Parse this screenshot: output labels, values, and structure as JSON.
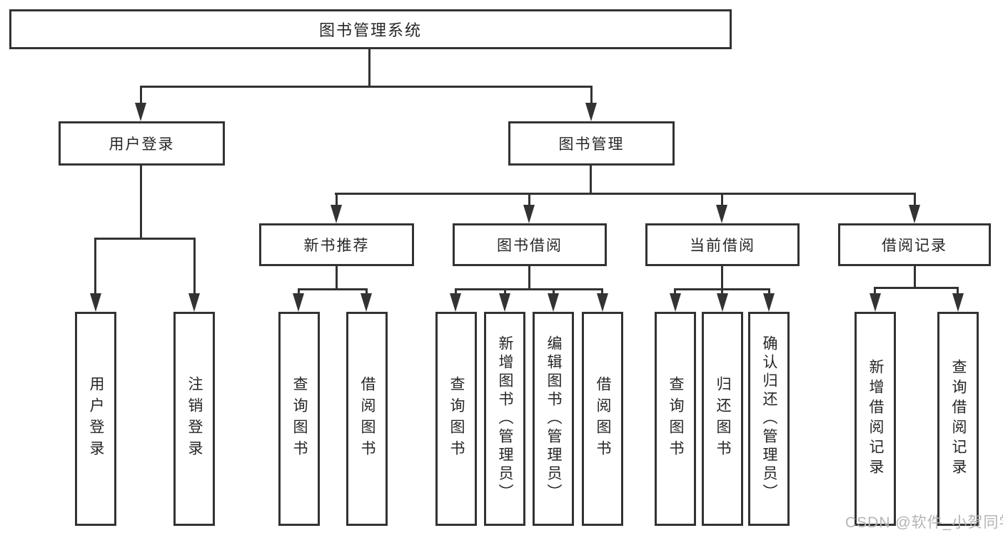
{
  "colors": {
    "line": "#333333",
    "text": "#262626",
    "watermark": "#b5b5b5",
    "background": "#ffffff"
  },
  "tree": {
    "root": {
      "label": "图书管理系统"
    },
    "branches": [
      {
        "label": "用户登录",
        "children": [
          {
            "label": "用户登录"
          },
          {
            "label": "注销登录"
          }
        ]
      },
      {
        "label": "图书管理",
        "children": [
          {
            "label": "新书推荐",
            "children": [
              {
                "label": "查询图书"
              },
              {
                "label": "借阅图书"
              }
            ]
          },
          {
            "label": "图书借阅",
            "children": [
              {
                "label": "查询图书"
              },
              {
                "label": "新增图书（管理员）"
              },
              {
                "label": "编辑图书（管理员）"
              },
              {
                "label": "借阅图书"
              }
            ]
          },
          {
            "label": "当前借阅",
            "children": [
              {
                "label": "查询图书"
              },
              {
                "label": "归还图书"
              },
              {
                "label": "确认归还（管理员）"
              }
            ]
          },
          {
            "label": "借阅记录",
            "children": [
              {
                "label": "新增借阅记录"
              },
              {
                "label": "查询借阅记录"
              }
            ]
          }
        ]
      }
    ]
  },
  "watermark": {
    "text": "CSDN @软件_小贺同学"
  }
}
